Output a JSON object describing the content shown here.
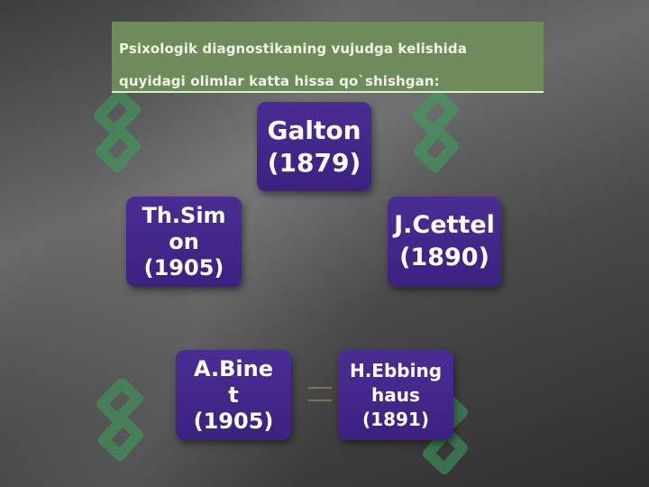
{
  "title": {
    "line1": "Psixologik diagnostikaning vujudga kelishida",
    "line2": "quyidagi olimlar katta hissa qo`shishgan:"
  },
  "nodes": {
    "galton": {
      "name": "Galton",
      "year": "(1879)"
    },
    "cettel": {
      "name": "J.Cettel",
      "year": "(1890)"
    },
    "simon": {
      "name_part1": "Th.Sim",
      "name_part2": "on",
      "year": "(1905)"
    },
    "binet": {
      "name_part1": "A.Bine",
      "name_part2": "t",
      "year": "(1905)"
    },
    "ebbinghaus": {
      "name_part1": "H.Ebbing",
      "name_part2": "haus",
      "year": "(1891)"
    }
  },
  "colors": {
    "node_fill": "#3f2589",
    "title_fill": "#6e8c5b",
    "watermark": "#3aa35a"
  }
}
